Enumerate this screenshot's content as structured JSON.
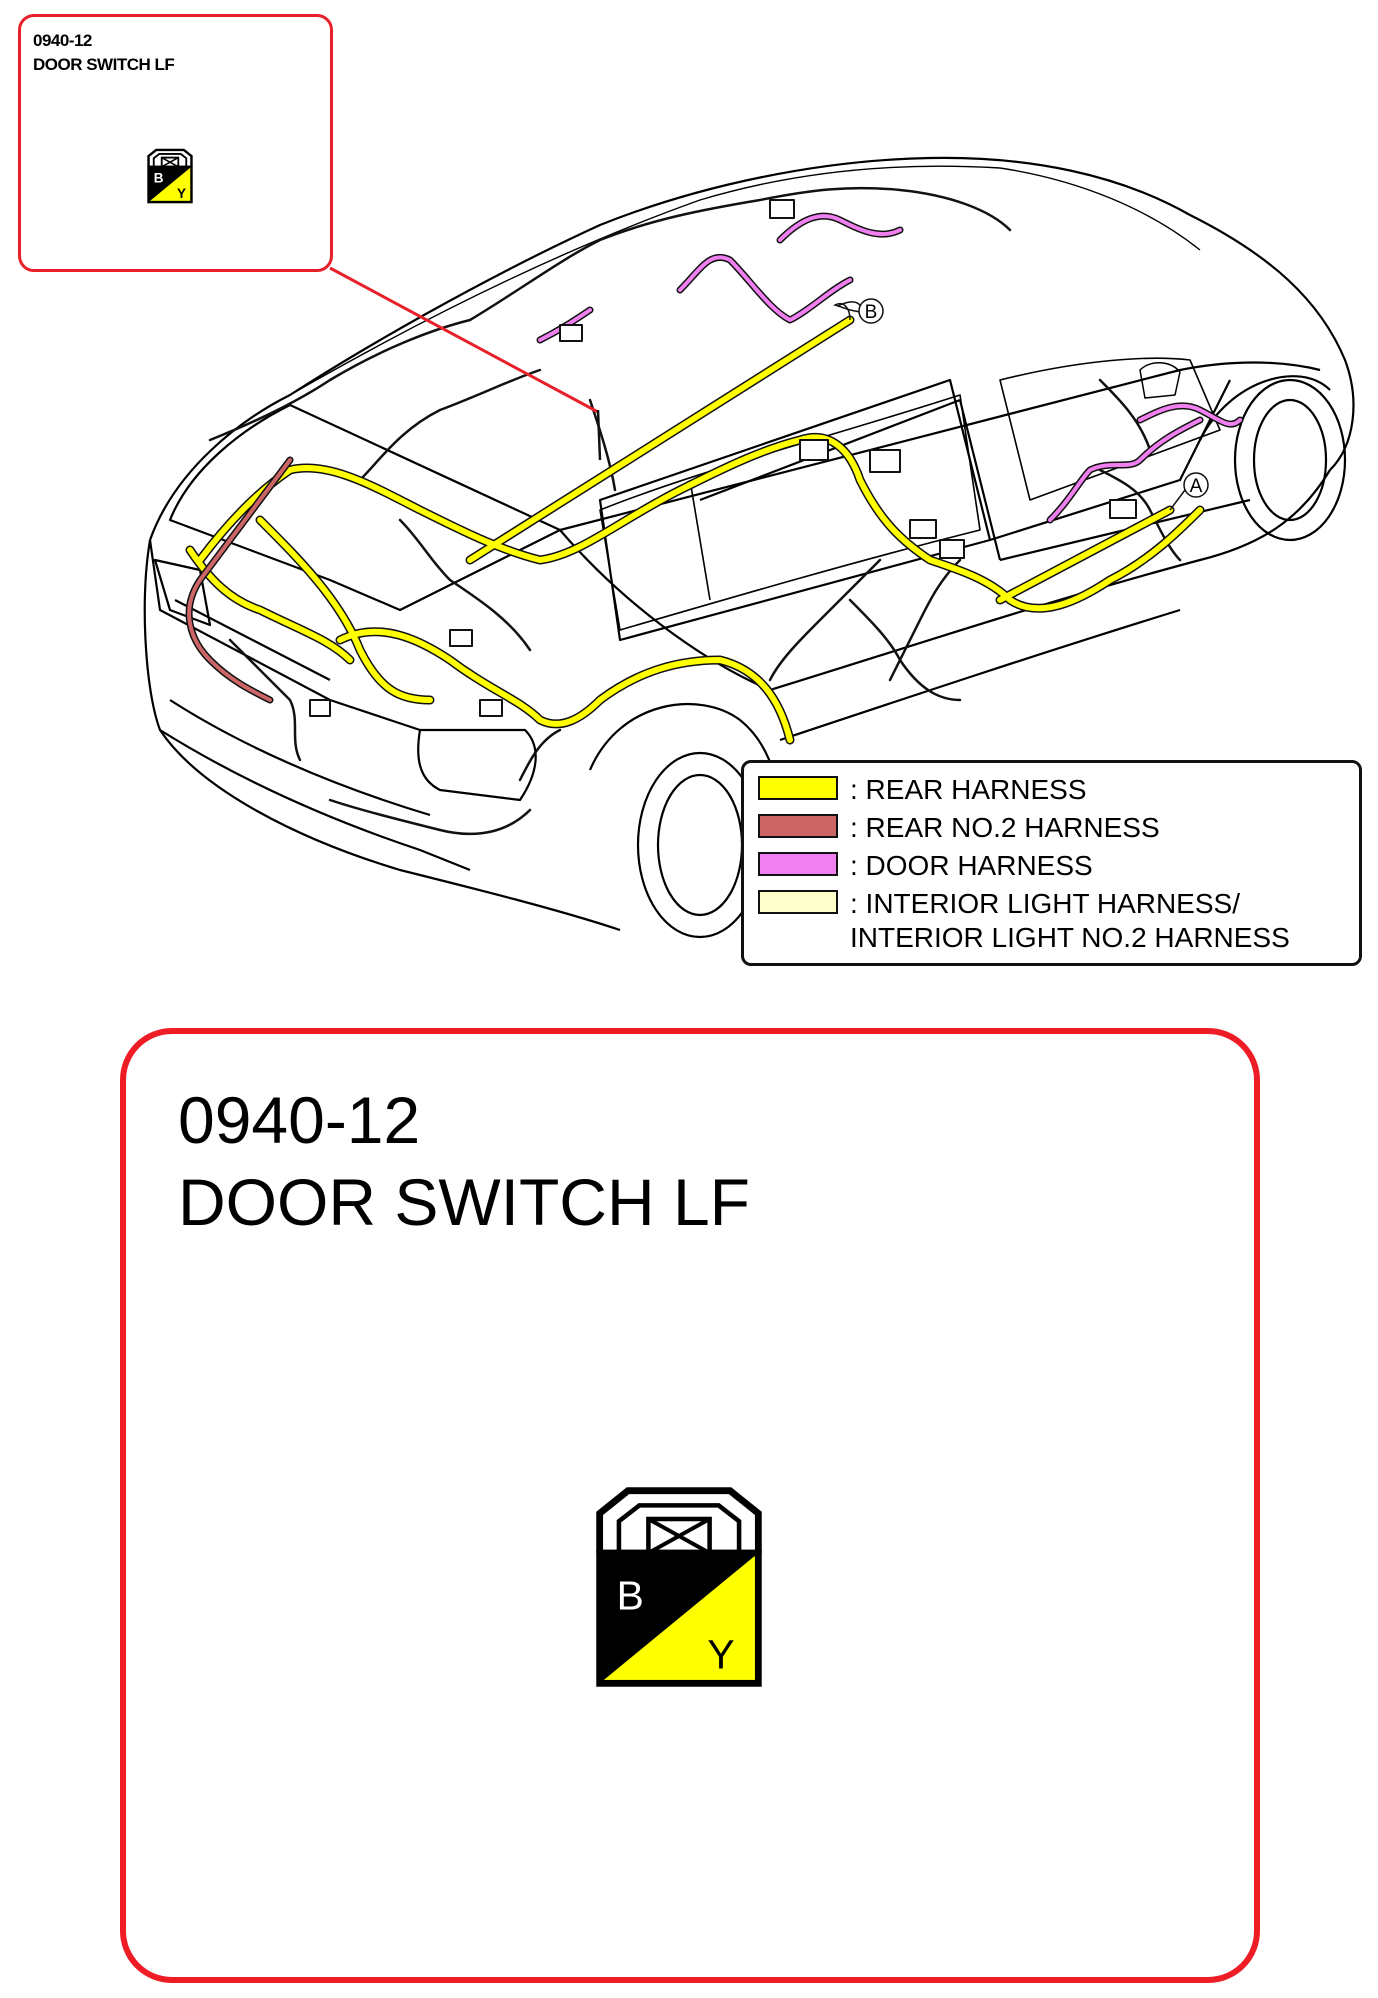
{
  "callout_small": {
    "code": "0940-12",
    "name": "DOOR SWITCH LF"
  },
  "callout_large": {
    "code": "0940-12",
    "name": "DOOR SWITCH LF"
  },
  "connector": {
    "pin_left": "B",
    "pin_right": "Y",
    "pin_left_color": "#000000",
    "pin_right_color": "#ffff00"
  },
  "markers": {
    "a": "A",
    "b": "B"
  },
  "legend": {
    "items": [
      {
        "swatch": "#ffff00",
        "label": ": REAR HARNESS"
      },
      {
        "swatch": "#cc6666",
        "label": ": REAR NO.2 HARNESS"
      },
      {
        "swatch": "#f080f0",
        "label": ": DOOR HARNESS"
      },
      {
        "swatch": "#ffffcc",
        "label": ": INTERIOR LIGHT HARNESS/\nINTERIOR LIGHT NO.2 HARNESS"
      }
    ]
  },
  "colors": {
    "callout_border": "#ee1c24",
    "rear_harness": "#ffff00",
    "rear_no2_harness": "#cc6666",
    "door_harness": "#f080f0",
    "interior_light_harness": "#ffffcc"
  }
}
